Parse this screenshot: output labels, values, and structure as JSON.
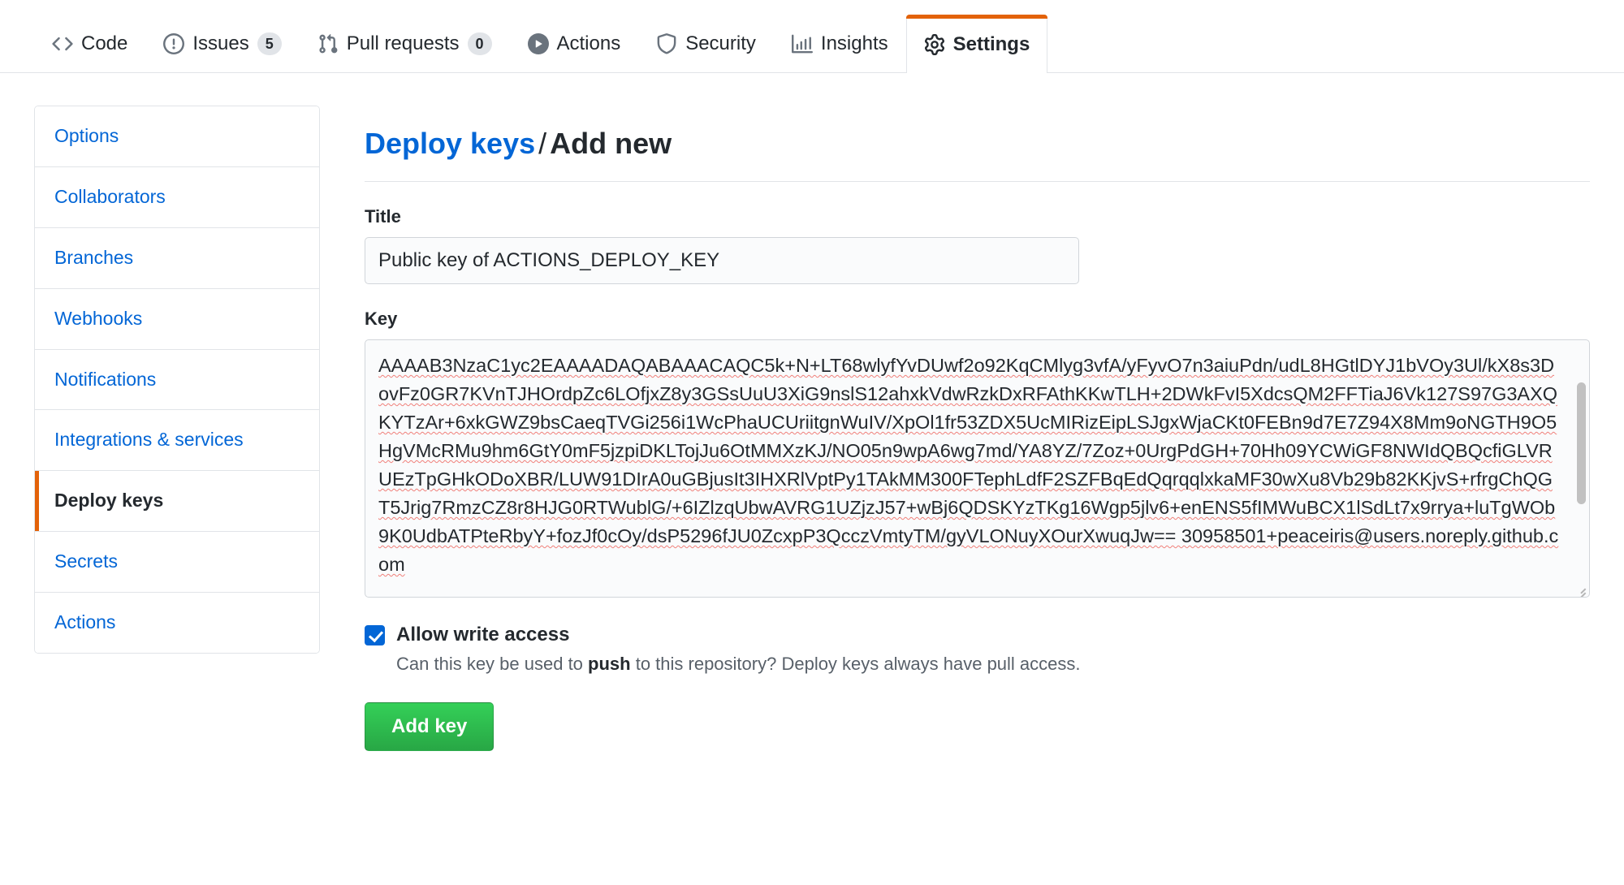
{
  "repo_nav": {
    "tabs": [
      {
        "label": "Code",
        "icon": "code-icon",
        "count": null,
        "active": false
      },
      {
        "label": "Issues",
        "icon": "issue-opened-icon",
        "count": "5",
        "active": false
      },
      {
        "label": "Pull requests",
        "icon": "git-pull-request-icon",
        "count": "0",
        "active": false
      },
      {
        "label": "Actions",
        "icon": "play-icon",
        "count": null,
        "active": false
      },
      {
        "label": "Security",
        "icon": "shield-icon",
        "count": null,
        "active": false
      },
      {
        "label": "Insights",
        "icon": "graph-icon",
        "count": null,
        "active": false
      },
      {
        "label": "Settings",
        "icon": "gear-icon",
        "count": null,
        "active": true
      }
    ],
    "active_accent": "#e36209"
  },
  "sidebar": {
    "items": [
      {
        "label": "Options",
        "selected": false
      },
      {
        "label": "Collaborators",
        "selected": false
      },
      {
        "label": "Branches",
        "selected": false
      },
      {
        "label": "Webhooks",
        "selected": false
      },
      {
        "label": "Notifications",
        "selected": false
      },
      {
        "label": "Integrations & services",
        "selected": false
      },
      {
        "label": "Deploy keys",
        "selected": true
      },
      {
        "label": "Secrets",
        "selected": false
      },
      {
        "label": "Actions",
        "selected": false
      }
    ],
    "link_color": "#0366d6",
    "selected_accent": "#e36209"
  },
  "main": {
    "breadcrumb": {
      "parent": "Deploy keys",
      "separator": "/",
      "current": "Add new"
    },
    "title_field": {
      "label": "Title",
      "value": "Public key of ACTIONS_DEPLOY_KEY",
      "placeholder": ""
    },
    "key_field": {
      "label": "Key",
      "placeholder": "",
      "value": "AAAAB3NzaC1yc2EAAAADAQABAAACAQC5k+N+LT68wlyfYvDUwf2o92KqCMlyg3vfA/yFyvO7n3aiuPdn/udL8HGtlDYJ1bVOy3Ul/kX8s3DovFz0GR7KVnTJHOrdpZc6LOfjxZ8y3GSsUuU3XiG9nslS12ahxkVdwRzkDxRFAthKKwTLH+2DWkFvI5XdcsQM2FFTiaJ6Vk127S97G3AXQKYTzAr+6xkGWZ9bsCaeqTVGi256i1WcPhaUCUriitgnWuIV/XpOl1fr53ZDX5UcMIRizEipLSJgxWjaCKt0FEBn9d7E7Z94X8Mm9oNGTH9O5HgVMcRMu9hm6GtY0mF5jzpiDKLTojJu6OtMMXzKJ/NO05n9wpA6wg7md/YA8YZ/7Zoz+0UrgPdGH+70Hh09YCWiGF8NWIdQBQcfiGLVRUEzTpGHkODoXBR/LUW91DIrA0uGBjusIt3IHXRlVptPy1TAkMM300FTephLdfF2SZFBqEdQqrqqlxkaMF30wXu8Vb29b82KKjvS+rfrgChQGT5Jrig7RmzCZ8r8HJG0RTWublG/+6IZlzqUbwAVRG1UZjzJ57+wBj6QDSKYzTKg16Wgp5jlv6+enENS5fIMWuBCX1lSdLt7x9rrya+luTgWOb9K0UdbATPteRbyY+fozJf0cOy/dsP5296fJU0ZcxpP3QcczVmtyTM/gyVLONuyXOurXwuqJw== 30958501+peaceiris@users.noreply.github.com"
    },
    "write_access": {
      "checked": true,
      "label": "Allow write access",
      "note_before": "Can this key be used to ",
      "note_strong": "push",
      "note_after": " to this repository? Deploy keys always have pull access."
    },
    "submit_button": {
      "label": "Add key",
      "color": "#28a745"
    }
  }
}
